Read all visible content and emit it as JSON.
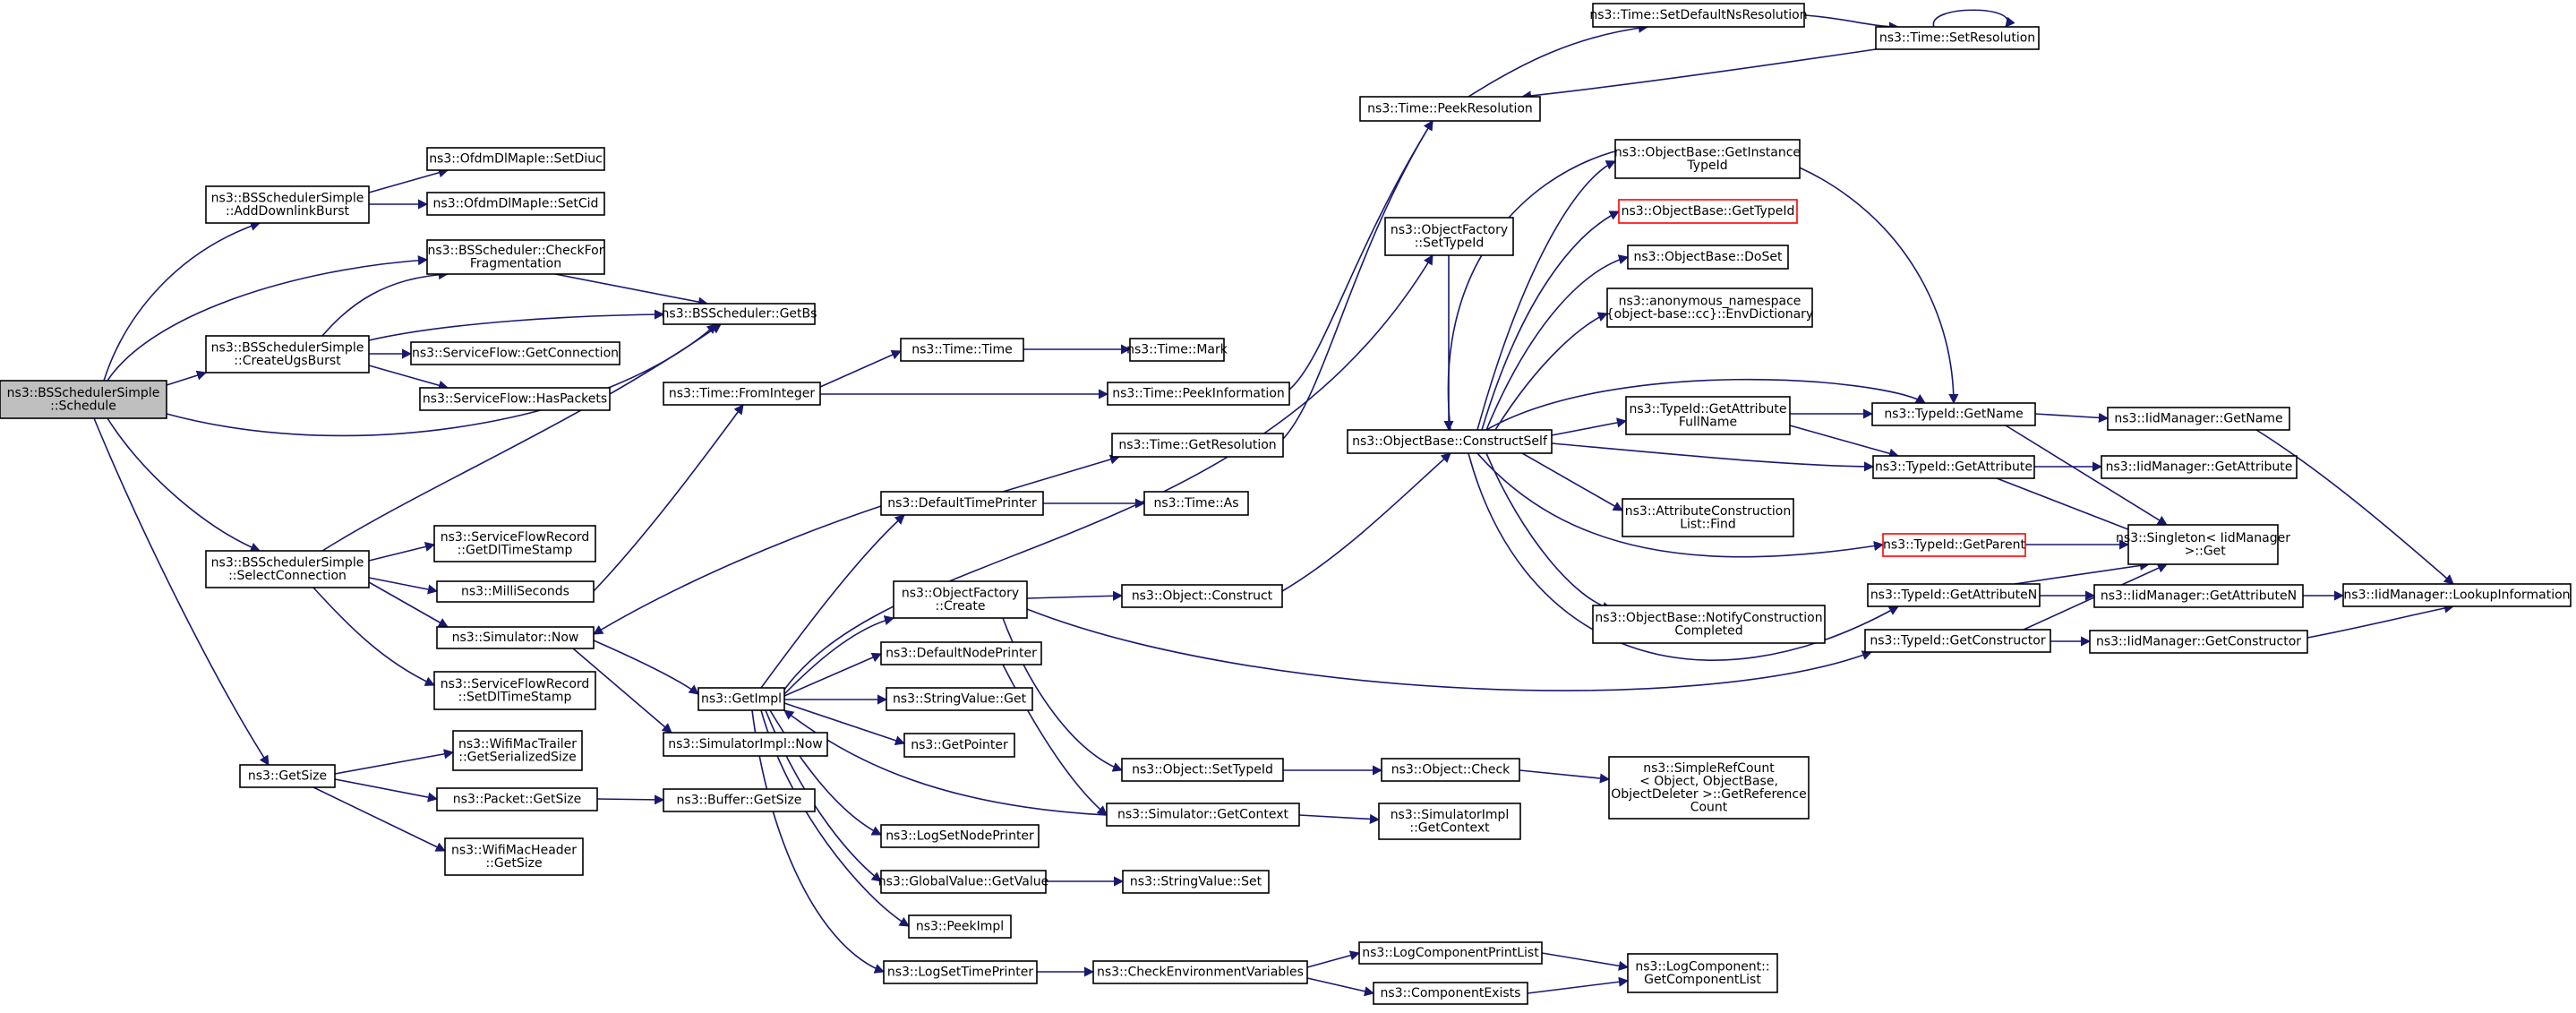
{
  "colors": {
    "edge": "#191970",
    "root_fill": "#bfbfbf",
    "highlight_border": "#ff0000"
  },
  "nodes": {
    "n0": [
      "ns3::BSSchedulerSimple",
      "::Schedule"
    ],
    "n1": [
      "ns3::BSSchedulerSimple",
      "::AddDownlinkBurst"
    ],
    "n2": [
      "ns3::OfdmDlMapIe::SetDiuc"
    ],
    "n3": [
      "ns3::OfdmDlMapIe::SetCid"
    ],
    "n4": [
      "ns3::BSScheduler::CheckFor",
      "Fragmentation"
    ],
    "n5": [
      "ns3::BSScheduler::GetBs"
    ],
    "n6": [
      "ns3::BSSchedulerSimple",
      "::CreateUgsBurst"
    ],
    "n7": [
      "ns3::ServiceFlow::GetConnection"
    ],
    "n8": [
      "ns3::ServiceFlow::HasPackets"
    ],
    "n9": [
      "ns3::BSSchedulerSimple",
      "::SelectConnection"
    ],
    "n10": [
      "ns3::ServiceFlowRecord",
      "::GetDlTimeStamp"
    ],
    "n11": [
      "ns3::MilliSeconds"
    ],
    "n12": [
      "ns3::Simulator::Now"
    ],
    "n13": [
      "ns3::ServiceFlowRecord",
      "::SetDlTimeStamp"
    ],
    "n14": [
      "ns3::GetSize"
    ],
    "n15": [
      "ns3::WifiMacTrailer",
      "::GetSerializedSize"
    ],
    "n16": [
      "ns3::Packet::GetSize"
    ],
    "n17": [
      "ns3::WifiMacHeader",
      "::GetSize"
    ],
    "n18": [
      "ns3::Buffer::GetSize"
    ],
    "n19": [
      "ns3::Time::FromInteger"
    ],
    "n20": [
      "ns3::Time::Time"
    ],
    "n21": [
      "ns3::Time::Mark"
    ],
    "n22": [
      "ns3::Time::PeekInformation"
    ],
    "n23": [
      "ns3::Time::GetResolution"
    ],
    "n24": [
      "ns3::Time::PeekResolution"
    ],
    "n25": [
      "ns3::Time::SetDefaultNsResolution"
    ],
    "n26": [
      "ns3::Time::SetResolution"
    ],
    "n27": [
      "ns3::DefaultTimePrinter"
    ],
    "n28": [
      "ns3::Time::As"
    ],
    "n29": [
      "ns3::GetImpl"
    ],
    "n30": [
      "ns3::SimulatorImpl::Now"
    ],
    "n31": [
      "ns3::ObjectFactory",
      "::Create"
    ],
    "n32": [
      "ns3::DefaultNodePrinter"
    ],
    "n33": [
      "ns3::StringValue::Get"
    ],
    "n34": [
      "ns3::GetPointer"
    ],
    "n35": [
      "ns3::LogSetNodePrinter"
    ],
    "n36": [
      "ns3::GlobalValue::GetValue"
    ],
    "n37": [
      "ns3::StringValue::Set"
    ],
    "n38": [
      "ns3::PeekImpl"
    ],
    "n39": [
      "ns3::LogSetTimePrinter"
    ],
    "n40": [
      "ns3::CheckEnvironmentVariables"
    ],
    "n41": [
      "ns3::LogComponentPrintList"
    ],
    "n42": [
      "ns3::ComponentExists"
    ],
    "n43": [
      "ns3::LogComponent::",
      "GetComponentList"
    ],
    "n44": [
      "ns3::Object::Construct"
    ],
    "n45": [
      "ns3::Object::SetTypeId"
    ],
    "n46": [
      "ns3::Object::Check"
    ],
    "n47": [
      "ns3::SimpleRefCount",
      "< Object, ObjectBase,",
      "ObjectDeleter >::GetReference",
      "Count"
    ],
    "n48": [
      "ns3::Simulator::GetContext"
    ],
    "n49": [
      "ns3::SimulatorImpl",
      "::GetContext"
    ],
    "n50": [
      "ns3::ObjectFactory",
      "::SetTypeId"
    ],
    "n51": [
      "ns3::ObjectBase::ConstructSelf"
    ],
    "n52": [
      "ns3::ObjectBase::GetInstance",
      "TypeId"
    ],
    "n53": [
      "ns3::ObjectBase::GetTypeId"
    ],
    "n54": [
      "ns3::ObjectBase::DoSet"
    ],
    "n55": [
      "ns3::anonymous_namespace",
      "{object-base::cc}::EnvDictionary"
    ],
    "n56": [
      "ns3::TypeId::GetAttribute",
      "FullName"
    ],
    "n57": [
      "ns3::AttributeConstruction",
      "List::Find"
    ],
    "n58": [
      "ns3::ObjectBase::NotifyConstruction",
      "Completed"
    ],
    "n59": [
      "ns3::TypeId::GetName"
    ],
    "n60": [
      "ns3::TypeId::GetAttribute"
    ],
    "n61": [
      "ns3::TypeId::GetParent"
    ],
    "n62": [
      "ns3::TypeId::GetAttributeN"
    ],
    "n63": [
      "ns3::TypeId::GetConstructor"
    ],
    "n64": [
      "ns3::IidManager::GetName"
    ],
    "n65": [
      "ns3::IidManager::GetAttribute"
    ],
    "n66": [
      "ns3::Singleton< IidManager",
      " >::Get"
    ],
    "n67": [
      "ns3::IidManager::GetAttributeN"
    ],
    "n68": [
      "ns3::IidManager::GetConstructor"
    ],
    "n69": [
      "ns3::IidManager::LookupInformation"
    ]
  }
}
